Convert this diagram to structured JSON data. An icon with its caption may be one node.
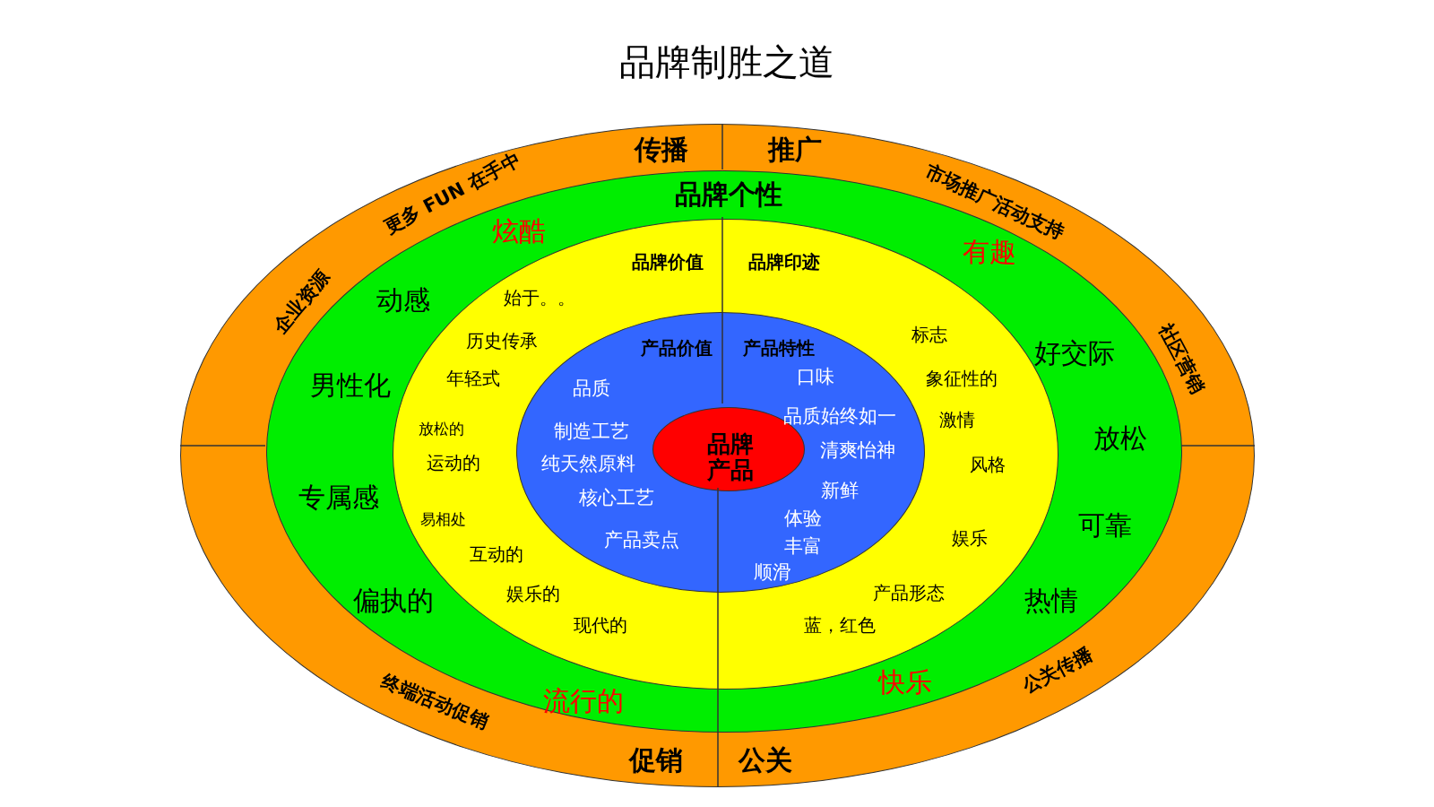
{
  "diagram": {
    "title": "品牌制胜之道",
    "nodes": [
      {
        "text": [
          "传播",
          "推广",
          "促销",
          "公关"
        ]
      },
      {
        "text": [
          "品牌个性"
        ],
        "in": 0
      },
      {
        "text": [
          "品牌价值",
          "品牌印迹"
        ],
        "in": 1
      },
      {
        "text": [
          "产品价值",
          "产品特性"
        ],
        "in": 2
      },
      {
        "text": [
          "品牌产品"
        ],
        "in": 3
      }
    ],
    "edges": [],
    "labels": [
      "更多 FUN 在手中",
      "企业资源",
      "市场推广活动支持",
      "社区营销",
      "终端活动促销",
      "公关传播",
      "炫酷",
      "有趣",
      "动感",
      "男性化",
      "专属感",
      "偏执的",
      "好交际",
      "放松",
      "可靠",
      "热情",
      "流行的",
      "快乐",
      "始于。。",
      "历史传承",
      "年轻式",
      "放松的",
      "运动的",
      "易相处",
      "互动的",
      "娱乐的",
      "现代的",
      "标志",
      "象征性的",
      "激情",
      "风格",
      "娱乐",
      "产品形态",
      "蓝，红色",
      "品质",
      "制造工艺",
      "纯天然原料",
      "核心工艺",
      "产品卖点",
      "口味",
      "品质始终如一",
      "清爽怡神",
      "新鲜",
      "体验",
      "丰富",
      "顺滑"
    ]
  }
}
